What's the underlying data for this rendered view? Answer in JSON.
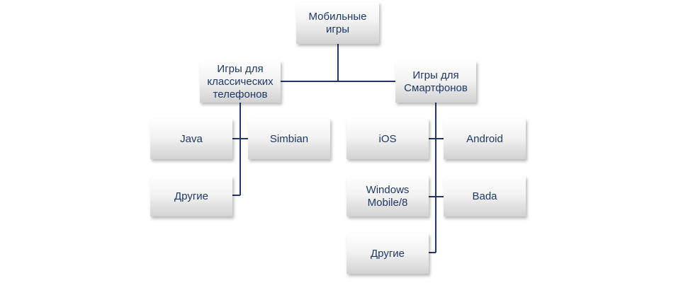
{
  "diagram": {
    "root": {
      "label": "Мобильные\nигры"
    },
    "classic": {
      "label": "Игры для\nклассических\nтелефонов",
      "children": [
        "Java",
        "Simbian",
        "Другие"
      ]
    },
    "smart": {
      "label": "Игры для\nСмартфонов",
      "children": [
        "iOS",
        "Android",
        "Windows\nMobile/8",
        "Bada",
        "Другие"
      ]
    },
    "line_color": "#1f3864"
  }
}
